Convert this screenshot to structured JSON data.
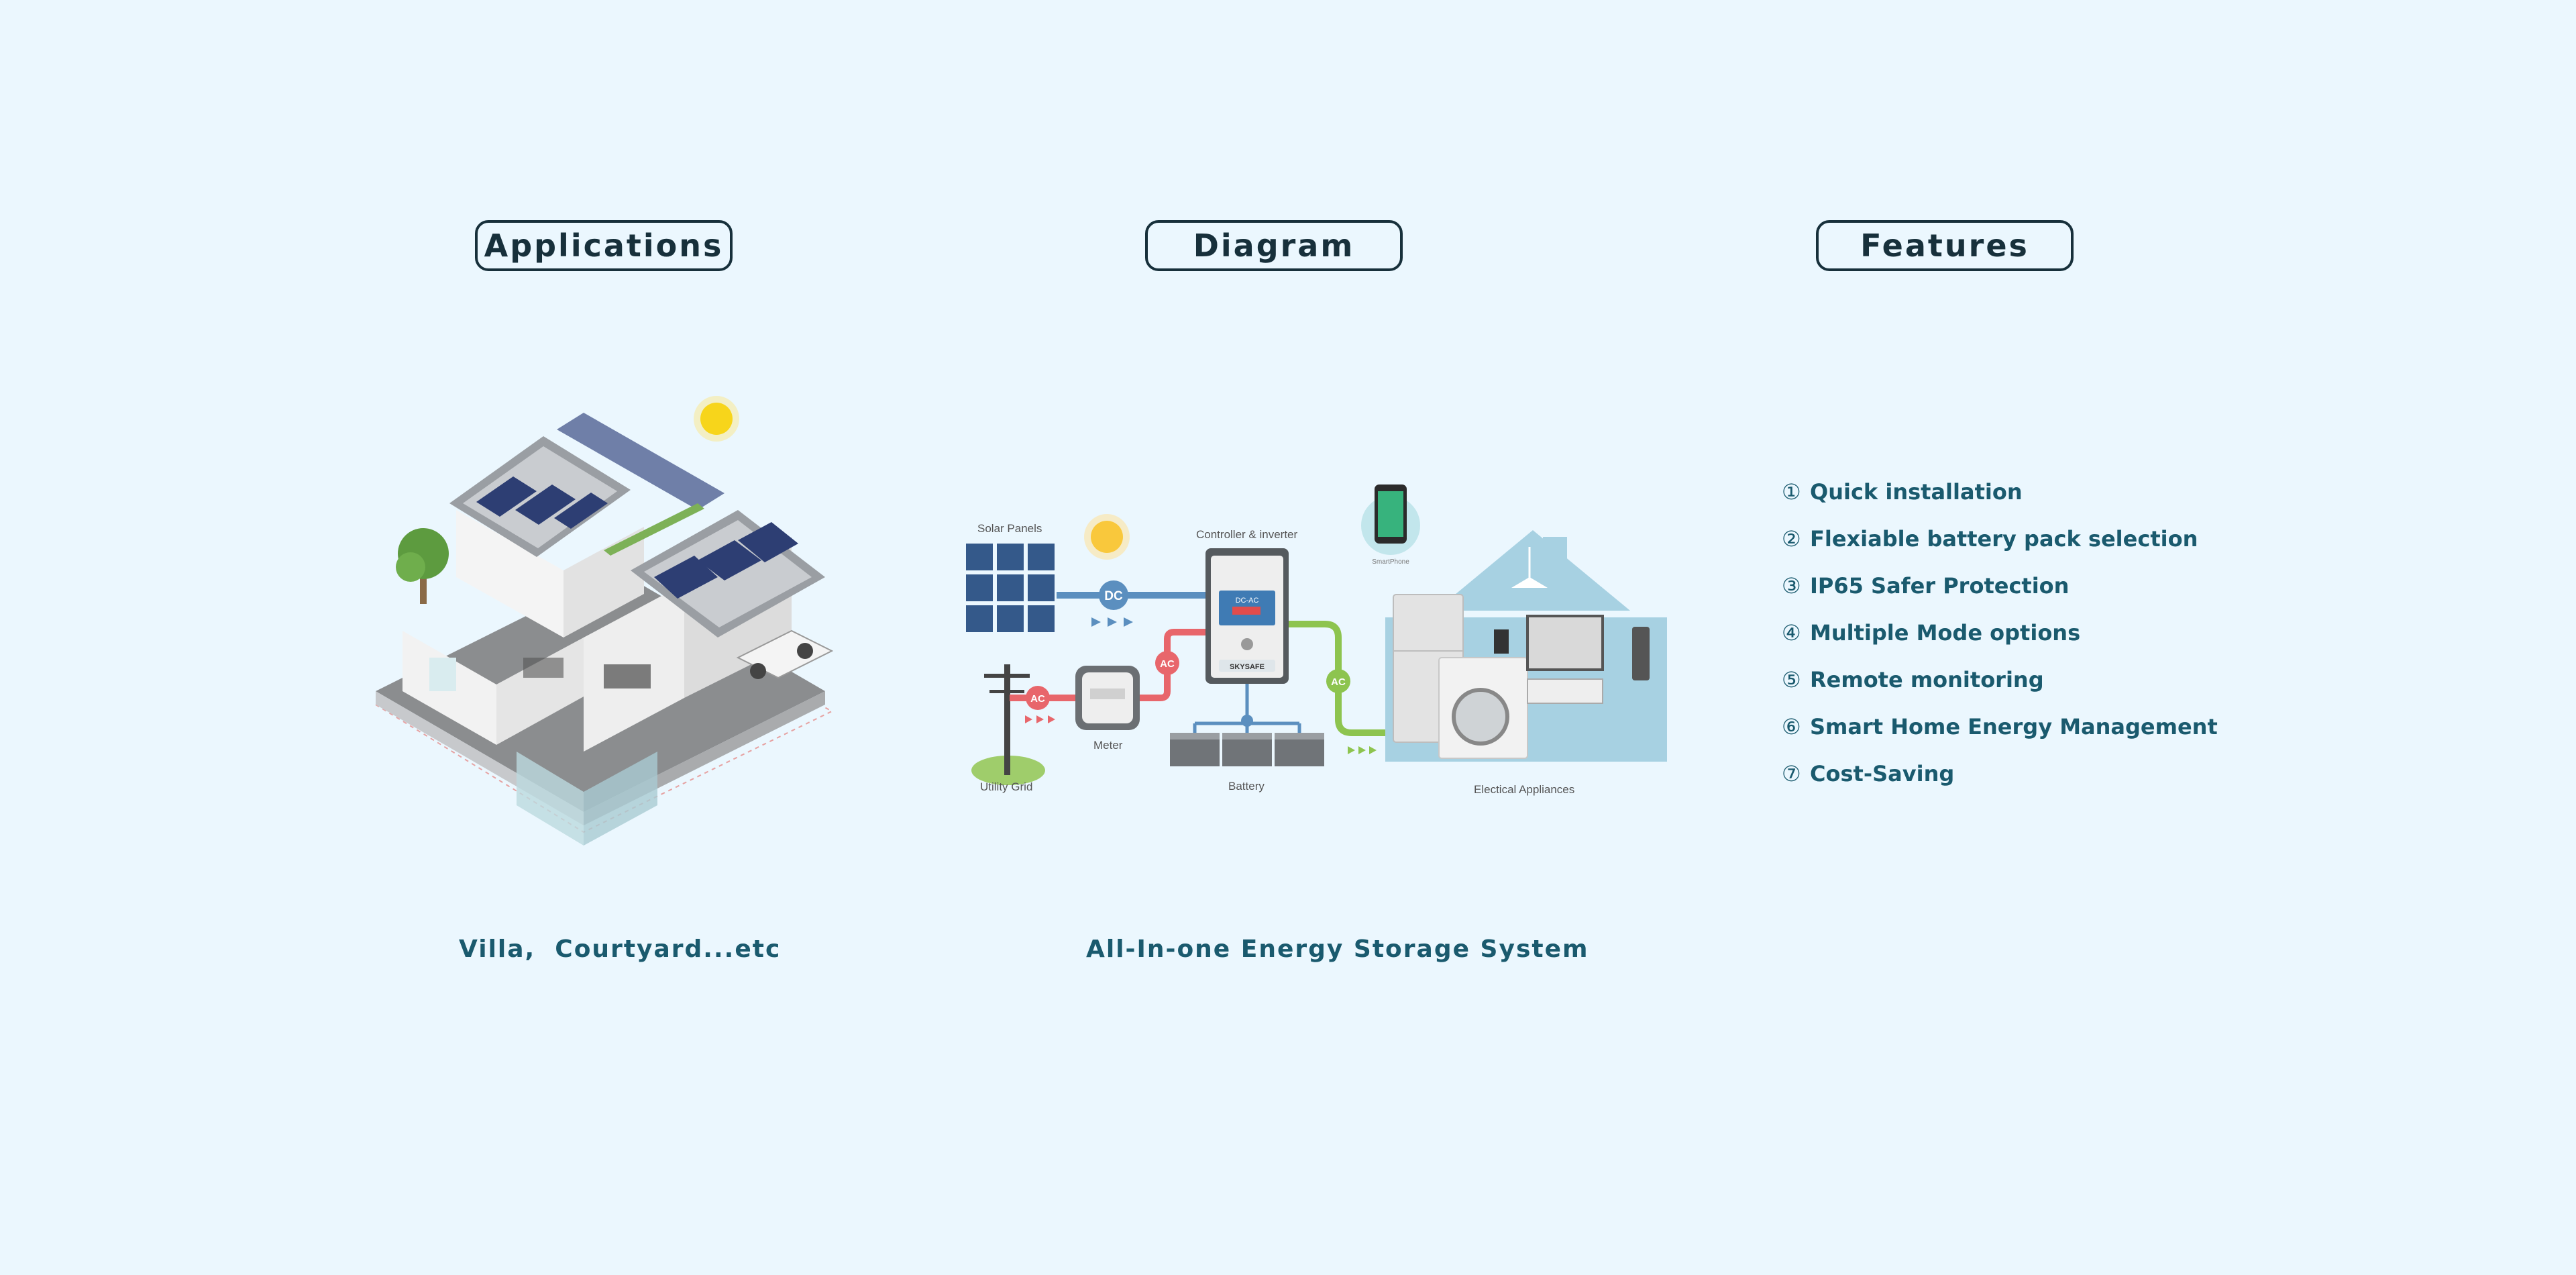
{
  "sections": {
    "applications": "Applications",
    "diagram": "Diagram",
    "features": "Features"
  },
  "captions": {
    "applications": "Villa,  Courtyard...etc",
    "diagram": "All-In-one Energy Storage System"
  },
  "features": [
    {
      "num": "①",
      "label": "Quick installation"
    },
    {
      "num": "②",
      "label": "Flexiable battery pack selection"
    },
    {
      "num": "③",
      "label": "IP65 Safer Protection"
    },
    {
      "num": "④",
      "label": "Multiple Mode options"
    },
    {
      "num": "⑤",
      "label": "Remote monitoring"
    },
    {
      "num": "⑥",
      "label": "Smart Home Energy Management"
    },
    {
      "num": "⑦",
      "label": "Cost-Saving"
    }
  ],
  "diagram": {
    "solar_panels": "Solar Panels",
    "controller": "Controller & inverter",
    "meter": "Meter",
    "utility_grid": "Utility Grid",
    "battery": "Battery",
    "appliances": "Electical Appliances",
    "smartphone": "SmartPhone",
    "dc": "DC",
    "ac": "AC",
    "screen_text": "DC-AC",
    "brand": "SKYSAFE"
  },
  "colors": {
    "background": "#ebf7fe",
    "heading": "#17303b",
    "text_accent": "#1a5a6e",
    "dc_line": "#5b8fbf",
    "ac_grid_line": "#e8666b",
    "ac_load_line": "#8dc44f",
    "house_blue": "#a7d1e2"
  }
}
